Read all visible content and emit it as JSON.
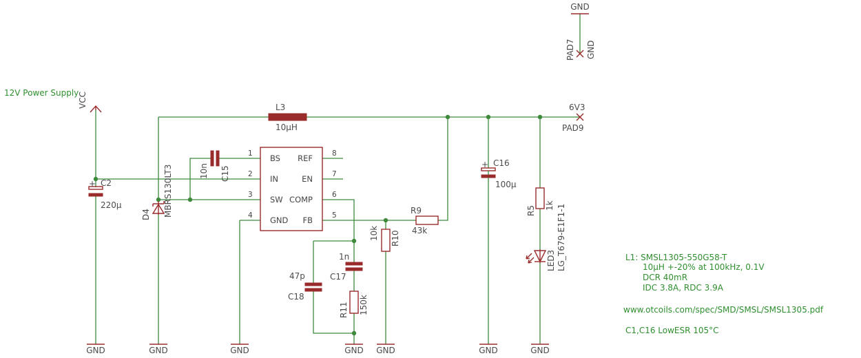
{
  "title": "12V Power Supply",
  "notes": {
    "l1_line1": "L1: SMSL1305-550G58-T",
    "l1_line2": "10µH +-20% at 100kHz, 0.1V",
    "l1_line3": "DCR 40mR",
    "l1_line4": "IDC 3.8A, RDC 3.9A",
    "url": "www.otcoils.com/spec/SMD/SMSL/SMSL1305.pdf",
    "caps": "C1,C16 LowESR 105°C"
  },
  "supply": {
    "vcc": "VCC",
    "out_net": "6V3",
    "out_pad": "PAD9"
  },
  "pad7": {
    "name": "PAD7",
    "net": "GND",
    "gnd": "GND"
  },
  "ground_label": "GND",
  "ic": {
    "pins_left": [
      {
        "num": "1",
        "name": "BS"
      },
      {
        "num": "2",
        "name": "IN"
      },
      {
        "num": "3",
        "name": "SW"
      },
      {
        "num": "4",
        "name": "GND"
      }
    ],
    "pins_right": [
      {
        "num": "8",
        "name": "REF"
      },
      {
        "num": "7",
        "name": "EN"
      },
      {
        "num": "6",
        "name": "COMP"
      },
      {
        "num": "5",
        "name": "FB"
      }
    ]
  },
  "components": {
    "c2": {
      "name": "C2",
      "value": "220µ"
    },
    "d4": {
      "name": "D4",
      "value": "MBRS130LT3"
    },
    "c15": {
      "name": "C15",
      "value": "10n"
    },
    "l3": {
      "name": "L3",
      "value": "10µH"
    },
    "r9": {
      "name": "R9",
      "value": "43k"
    },
    "r10": {
      "name": "R10",
      "value": "10k"
    },
    "c17": {
      "name": "C17",
      "value": "1n"
    },
    "c18": {
      "name": "C18",
      "value": "47p"
    },
    "r11": {
      "name": "R11",
      "value": "150k"
    },
    "c16": {
      "name": "C16",
      "value": "100µ"
    },
    "r5": {
      "name": "R5",
      "value": "1k"
    },
    "led3": {
      "name": "LED3",
      "value": "LG_T679-E1F1-1"
    }
  }
}
